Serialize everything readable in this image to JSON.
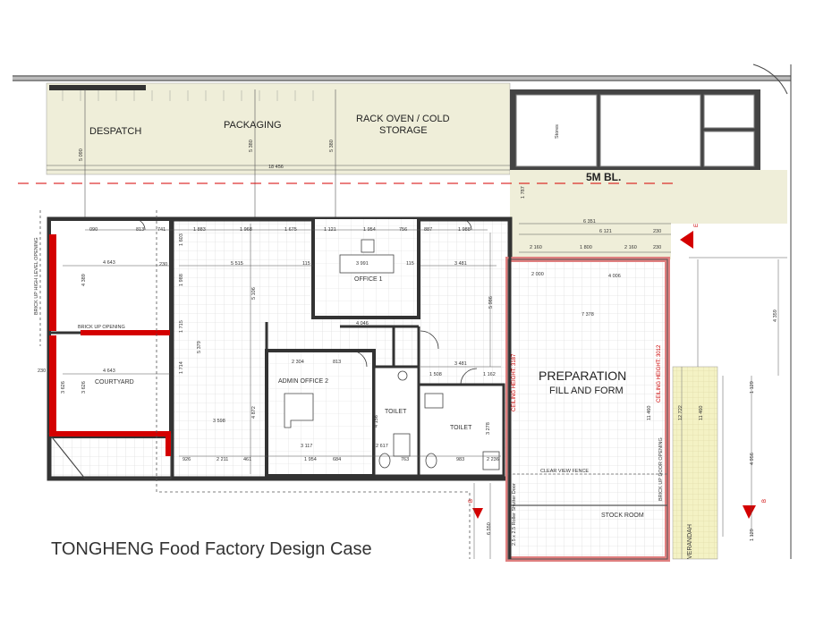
{
  "caption": "TONGHENG Food Factory Design Case",
  "colors": {
    "wall": "#3a3a3a",
    "hatch_zone": "#efeed9",
    "red": "#d40000",
    "floor_grid": "#cccccc",
    "veranda": "#f4f2c4"
  },
  "rooms": {
    "despatch": "DESPATCH",
    "packaging": "PACKAGING",
    "rack_oven_line1": "RACK OVEN / COLD",
    "rack_oven_line2": "STORAGE",
    "stores": "Stores",
    "office1": "OFFICE 1",
    "admin_office2": "ADMIN OFFICE 2",
    "toilet_left": "TOILET",
    "toilet_right": "TOILET",
    "courtyard": "COURTYARD",
    "preparation": "PREPARATION",
    "fill_and_form": "FILL AND FORM",
    "stock_room": "STOCK ROOM",
    "verandah": "VERANDAH"
  },
  "annotations": {
    "building_line": "5M BL.",
    "bricked_up_opening": "BRICK UP OPENING",
    "brick_up_high_level": "BRICK UP HIGH LEVEL OPENING",
    "brick_up_door_opening": "BRICK UP DOOR OPENING",
    "clear_view_fence": "CLEAR VIEW FENCE",
    "ceiling_height_1": "CEILING HEIGHT: 3187",
    "ceiling_height_2": "CEILING HEIGHT: 3012",
    "roller_shutter": "2.5 x 2.5 Roller Shutter Door",
    "marker_e": "E",
    "marker_b1": "B",
    "marker_b2": "B"
  },
  "dimensions": {
    "d18456": "18 456",
    "d5090": "5 090",
    "d5380a": "5 380",
    "d5380b": "5 380",
    "d1787": "1 787",
    "d6351": "6 351",
    "d6121": "6 121",
    "d2160a": "2 160",
    "d1800": "1 800",
    "d2160b": "2 160",
    "d230a": "230",
    "d230b": "230",
    "d2000": "2 000",
    "d4006": "4 006",
    "d7378": "7 378",
    "d4359": "4 359",
    "d4643a": "4 643",
    "d4643b": "4 643",
    "d230c": "230",
    "d230d": "230",
    "d4389": "4 389",
    "d3626a": "3 626",
    "d3626b": "3 626",
    "d1603": "1 603",
    "d1883": "1 883",
    "d1968": "1 968",
    "d1675": "1 675",
    "d1121": "1 121",
    "d1954a": "1 954",
    "d756": "756",
    "d887": "887",
    "d1988": "1 988",
    "d5515": "5 515",
    "d115a": "115",
    "d3991": "3 991",
    "d115b": "115",
    "d3481a": "3 481",
    "d5106": "5 106",
    "d5986": "5 986",
    "d4046": "4 046",
    "d3481b": "3 481",
    "d2304": "2 304",
    "d813": "813",
    "d1508": "1 508",
    "d1162": "1 162",
    "d3598": "3 598",
    "d4872": "4 872",
    "d3117": "3 117",
    "d2617": "2 617",
    "d3278": "3 278",
    "d4156": "4 156",
    "d926": "926",
    "d2211": "2 211",
    "d461": "461",
    "d1954b": "1 954",
    "d684": "684",
    "d983": "983",
    "d763": "763",
    "d2236": "2 236",
    "d11460": "11 460",
    "d11460b": "11 460",
    "d4956": "4 956",
    "d1129a": "1 129",
    "d1129b": "1 129",
    "d12722": "12 722",
    "d090": "090",
    "d813b": "813",
    "d741": "741",
    "d1715": "1 715",
    "d1988b": "1 988",
    "d1714": "1 714",
    "d5379": "5 379",
    "d6550": "6 550"
  }
}
